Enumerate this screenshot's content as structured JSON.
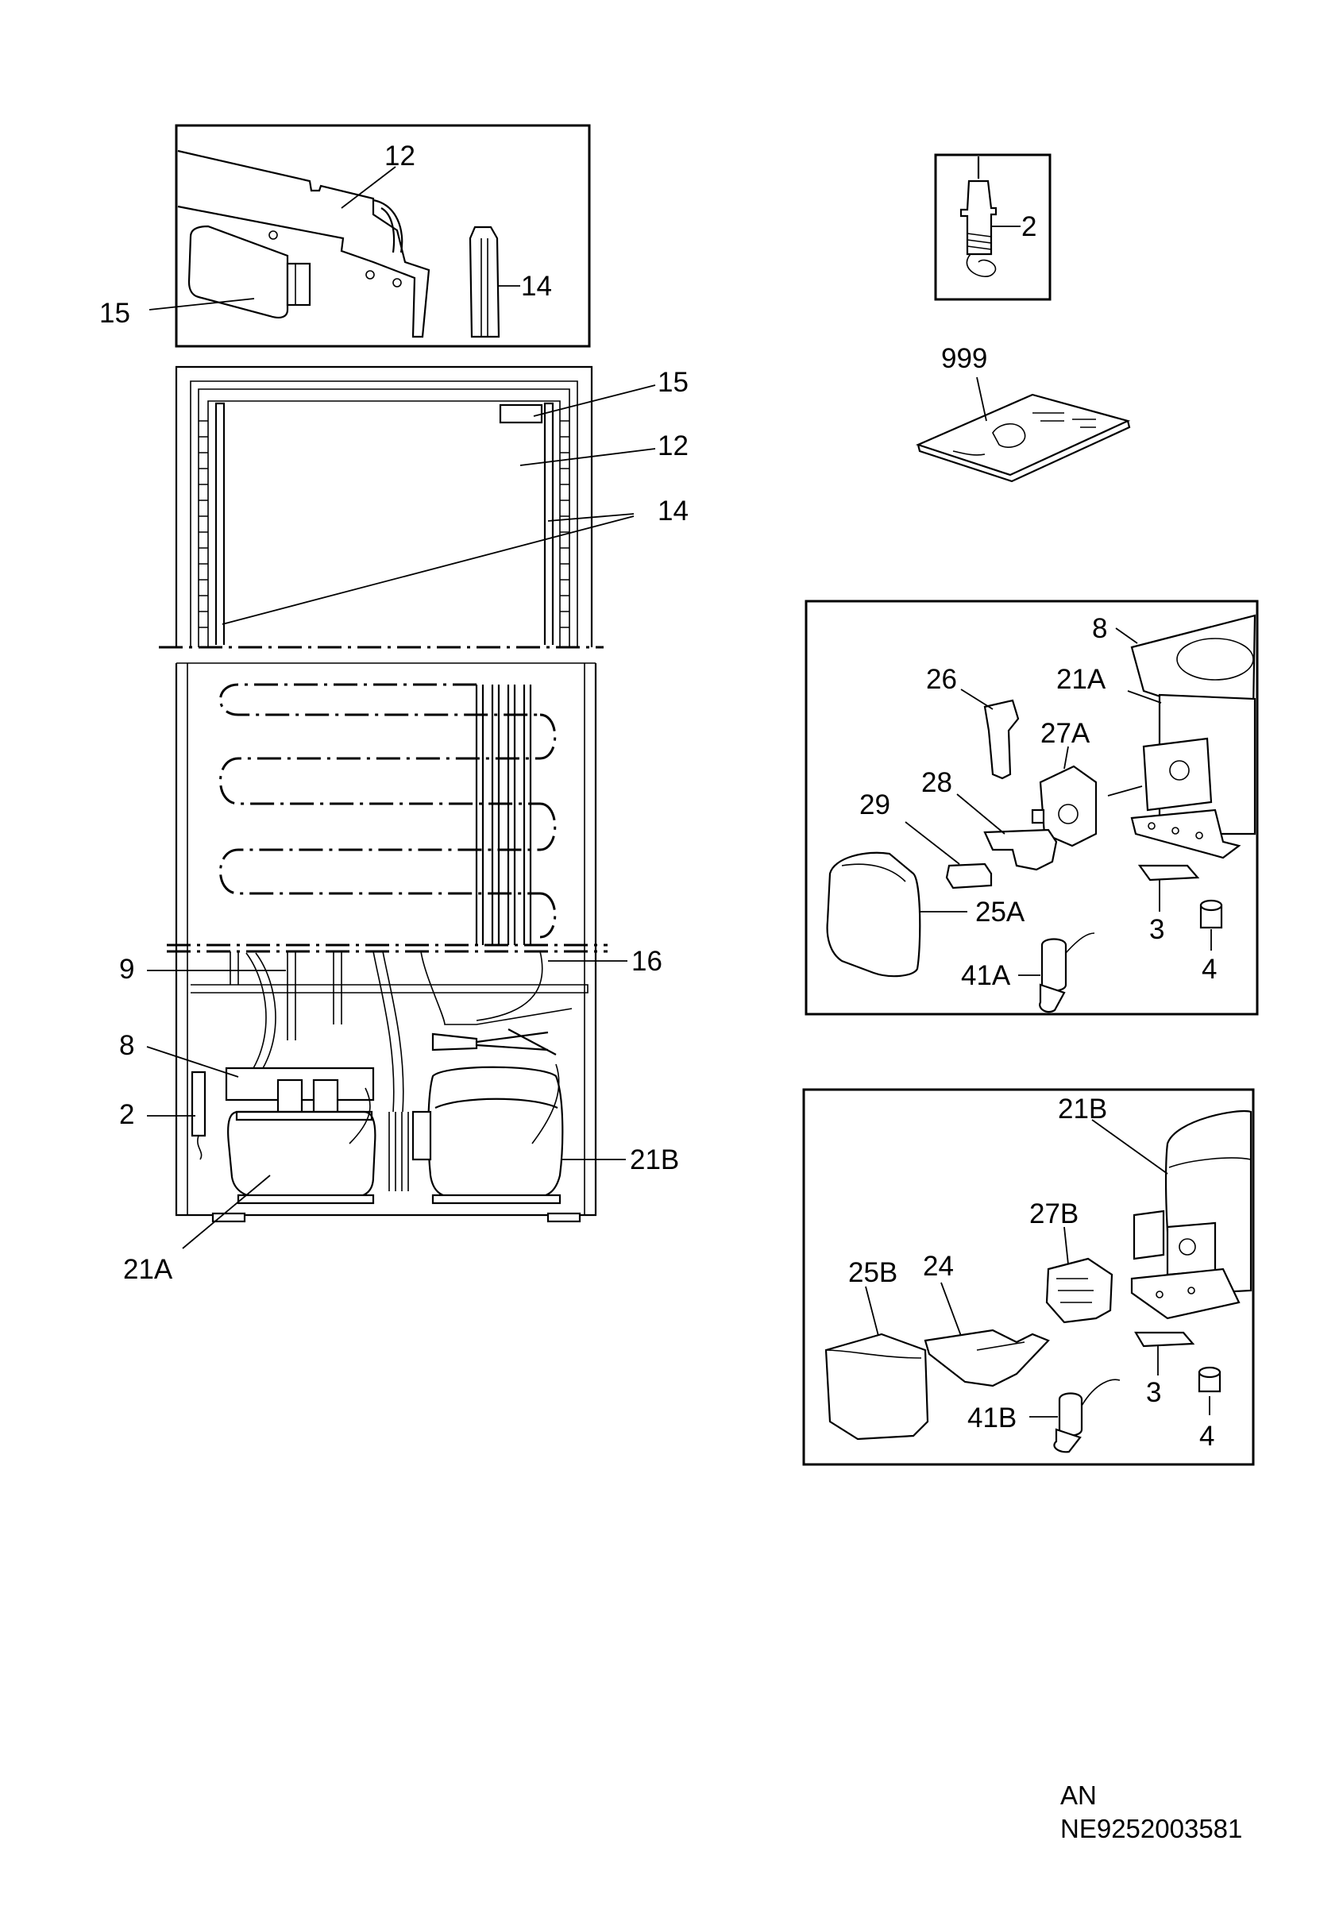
{
  "labels": {
    "top_inset_12": "12",
    "top_inset_14": "14",
    "top_inset_15": "15",
    "main_15": "15",
    "main_12": "12",
    "main_14": "14",
    "main_9": "9",
    "main_16": "16",
    "main_8": "8",
    "main_2": "2",
    "main_21B": "21B",
    "main_21A": "21A",
    "sensor_2": "2",
    "manual_999": "999",
    "kitA_8": "8",
    "kitA_26": "26",
    "kitA_21A": "21A",
    "kitA_27A": "27A",
    "kitA_28": "28",
    "kitA_29": "29",
    "kitA_25A": "25A",
    "kitA_3": "3",
    "kitA_41A": "41A",
    "kitA_4": "4",
    "kitB_21B": "21B",
    "kitB_27B": "27B",
    "kitB_25B": "25B",
    "kitB_24": "24",
    "kitB_3": "3",
    "kitB_41B": "41B",
    "kitB_4": "4"
  },
  "footer": {
    "line1": "AN",
    "line2": "NE9252003581"
  }
}
